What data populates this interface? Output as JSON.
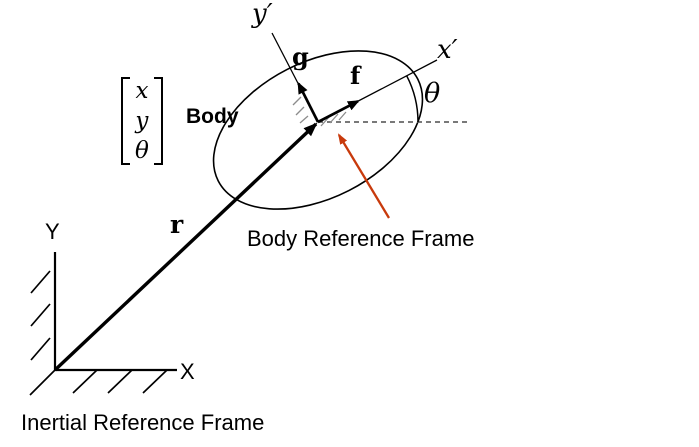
{
  "diagram": {
    "labels": {
      "y_prime_axis": "y′",
      "x_prime_axis": "x′",
      "g_vector": "g",
      "f_vector": "f",
      "r_vector": "r",
      "theta_angle": "θ",
      "body": "Body",
      "body_reference_frame": "Body Reference Frame",
      "inertial_reference_frame": "Inertial Reference Frame",
      "inertial_x_axis": "X",
      "inertial_y_axis": "Y"
    },
    "state_vector": {
      "rows": [
        "x",
        "y",
        "θ"
      ]
    },
    "colors": {
      "ink": "#000000",
      "annotation_arrow": "#c83a0c",
      "hatch_gray": "#8c8c8c",
      "dashed_gray": "#4d4d4d"
    }
  }
}
